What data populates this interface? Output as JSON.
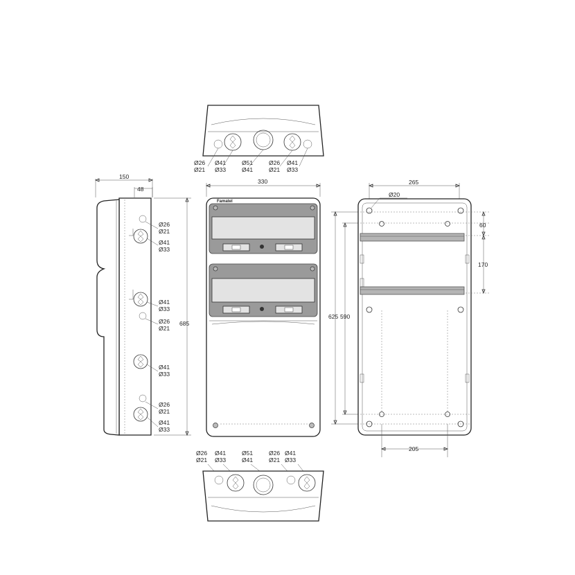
{
  "brand": "Famatel",
  "top_view": {
    "glands": [
      {
        "d1": "Ø26",
        "d2": "Ø21"
      },
      {
        "d1": "Ø41",
        "d2": "Ø33"
      },
      {
        "d1": "Ø51",
        "d2": "Ø41"
      },
      {
        "d1": "Ø26",
        "d2": "Ø21"
      },
      {
        "d1": "Ø41",
        "d2": "Ø33"
      }
    ]
  },
  "bottom_view": {
    "glands": [
      {
        "d1": "Ø26",
        "d2": "Ø21"
      },
      {
        "d1": "Ø41",
        "d2": "Ø33"
      },
      {
        "d1": "Ø51",
        "d2": "Ø41"
      },
      {
        "d1": "Ø26",
        "d2": "Ø21"
      },
      {
        "d1": "Ø41",
        "d2": "Ø33"
      }
    ]
  },
  "side_view": {
    "depth": "150",
    "inner_depth": "48",
    "height": "685",
    "glands": [
      {
        "d1": "Ø26",
        "d2": "Ø21"
      },
      {
        "d1": "Ø41",
        "d2": "Ø33"
      },
      {
        "d1": "Ø41",
        "d2": "Ø33"
      },
      {
        "d1": "Ø26",
        "d2": "Ø21"
      },
      {
        "d1": "Ø41",
        "d2": "Ø33"
      },
      {
        "d1": "Ø26",
        "d2": "Ø21"
      },
      {
        "d1": "Ø41",
        "d2": "Ø33"
      }
    ]
  },
  "front_view": {
    "width": "330",
    "height_outer": "625",
    "height_inner": "590"
  },
  "back_view": {
    "hole_spacing": "265",
    "hole_diameter": "Ø20",
    "top_offset": "60",
    "rail_spacing": "170",
    "bottom_spacing": "205"
  }
}
